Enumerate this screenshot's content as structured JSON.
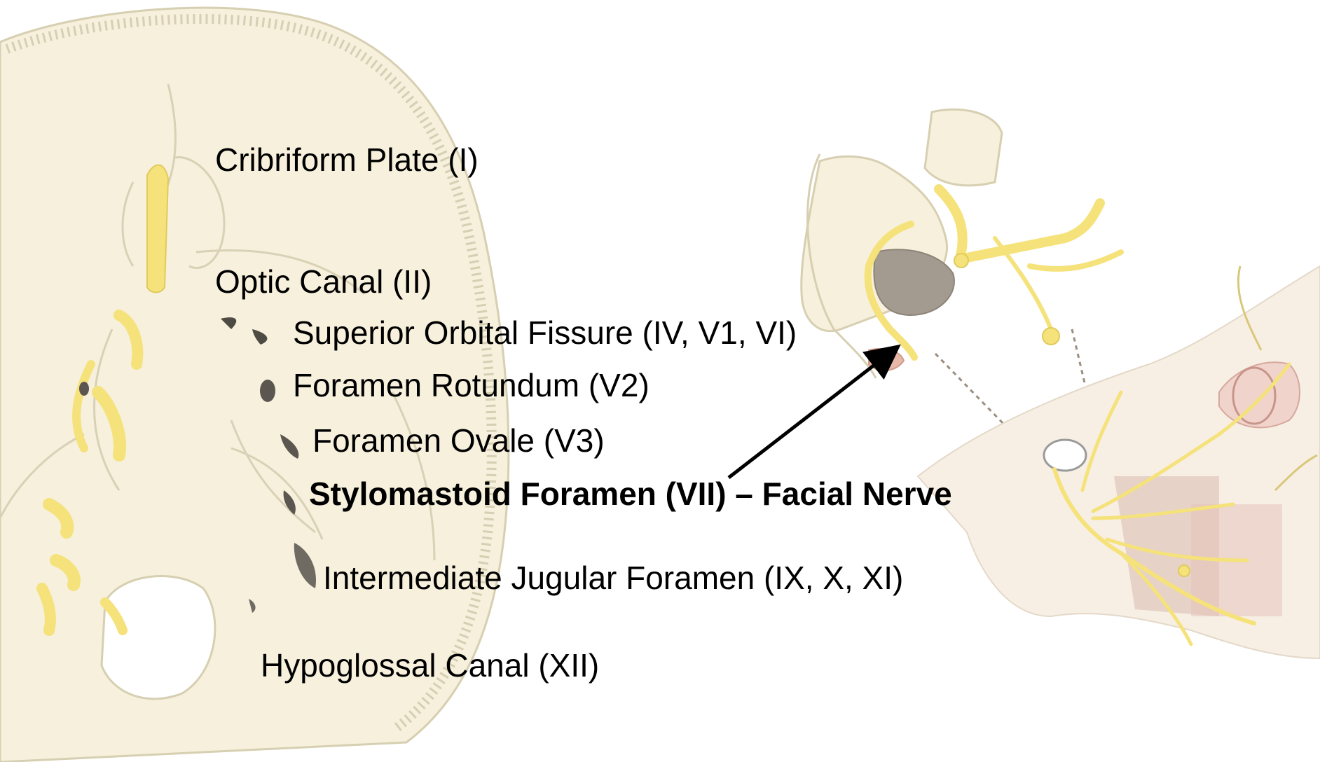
{
  "labels": {
    "cribriform": "Cribriform Plate (I)",
    "optic": "Optic Canal (II)",
    "sof": "Superior Orbital Fissure (IV, V1, VI)",
    "rotundum": "Foramen Rotundum (V2)",
    "ovale": "Foramen Ovale (V3)",
    "stylomastoid": "Stylomastoid Foramen (VII) – Facial Nerve",
    "jugular": "Intermediate Jugular Foramen (IX, X, XI)",
    "hypoglossal": "Hypoglossal Canal (XII)"
  },
  "colors": {
    "bone": "#f6f0dc",
    "bone_outline": "#cfc6a8",
    "nerve": "#f5e27a",
    "dark_foramen": "#6f6a62",
    "text": "#000000",
    "arrow": "#000000"
  }
}
